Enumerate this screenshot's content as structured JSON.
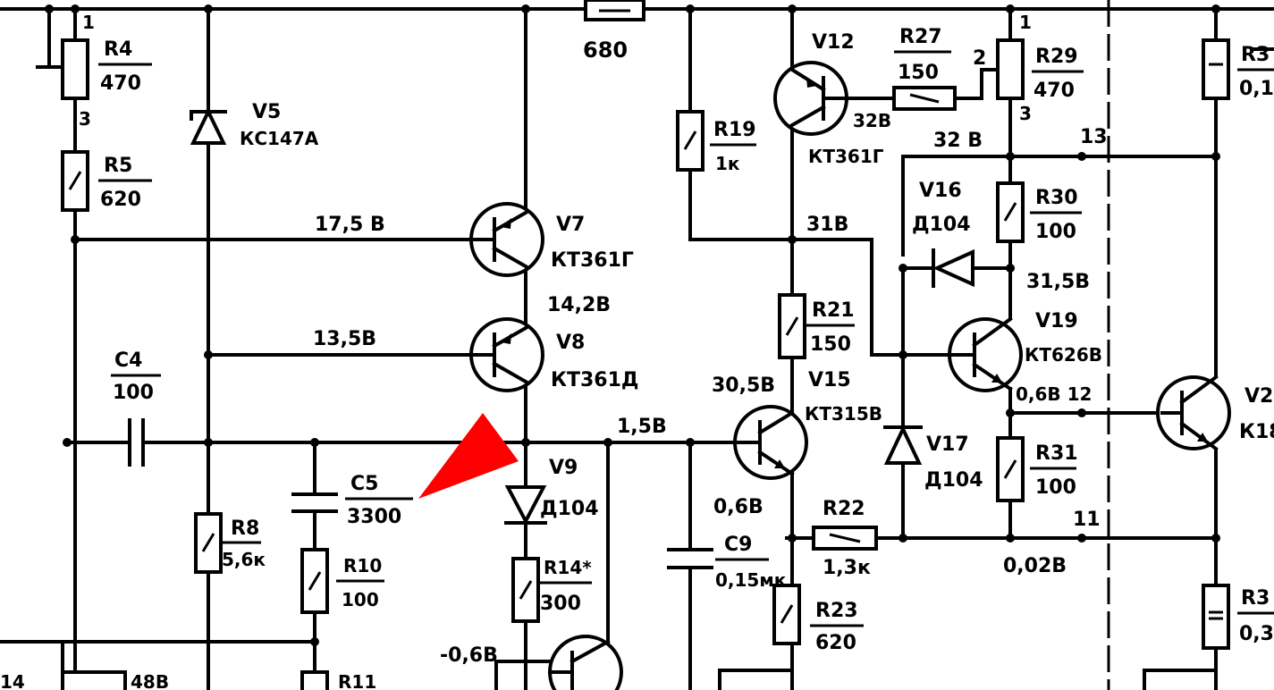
{
  "labels": {
    "top_res_value": "680",
    "r4_name": "R4",
    "r4_value": "470",
    "r4_pin1": "1",
    "r4_pin3": "3",
    "v5_name": "V5",
    "v5_type": "КС147А",
    "r5_name": "R5",
    "r5_value": "620",
    "v7_voltage": "17,5 В",
    "v7_name": "V7",
    "v7_type": "КТ361Г",
    "v8_top_voltage": "14,2В",
    "v8_voltage": "13,5В",
    "v8_name": "V8",
    "v8_type": "КТ361Д",
    "c4_name": "C4",
    "c4_value": "100",
    "c5_name": "C5",
    "c5_value": "3300",
    "r8_name": "R8",
    "r8_value": "5,6к",
    "r10_name": "R10",
    "r10_value": "100",
    "r11_name": "R11",
    "v9_name": "V9",
    "v9_type": "Д104",
    "node_voltage_1": "1,5В",
    "r14_name": "R14*",
    "r14_value": "300",
    "minus_voltage": "-0,6В",
    "left_bottom_label": "48В",
    "left_bottom_num": "14",
    "r19_name": "R19",
    "r19_value": "1к",
    "v12_name": "V12",
    "v12_voltage": "32В",
    "v12_type": "КТ361Г",
    "r27_name": "R27",
    "r27_value": "150",
    "r29_name": "R29",
    "r29_value": "470",
    "r29_pin1": "1",
    "r29_pin2": "2",
    "r29_pin3": "3",
    "v16_voltage": "32 В",
    "node13": "13",
    "v16_name": "V16",
    "v16_type": "Д104",
    "r30_name": "R30",
    "r30_value": "100",
    "v15_collector_voltage": "31В",
    "r21_name": "R21",
    "r21_value": "150",
    "v19_base_voltage": "31,5В",
    "v19_name": "V19",
    "v19_type": "КТ626В",
    "v15_base_voltage": "30,5В",
    "v15_name": "V15",
    "v15_type": "КТ315В",
    "v15_emitter_voltage": "0,6В",
    "v17_name": "V17",
    "v17_type": "Д104",
    "node12_voltage": "0,6В 12",
    "r31_name": "R31",
    "r31_value": "100",
    "r22_name": "R22",
    "r22_value": "1,3к",
    "c9_name": "C9",
    "c9_value": "0,15мк",
    "node11": "11",
    "node11_voltage": "0,02В",
    "r23_name": "R23",
    "r23_value": "620",
    "r3x_top_name": "R3",
    "r3x_top_value": "0,1",
    "r3x_bot_name": "R3",
    "r3x_bot_value": "0,3",
    "v2x_name": "V2",
    "v2x_type": "К18"
  },
  "colors": {
    "ink": "#000000",
    "marker": "#ff0000",
    "paper": "#ffffff"
  }
}
